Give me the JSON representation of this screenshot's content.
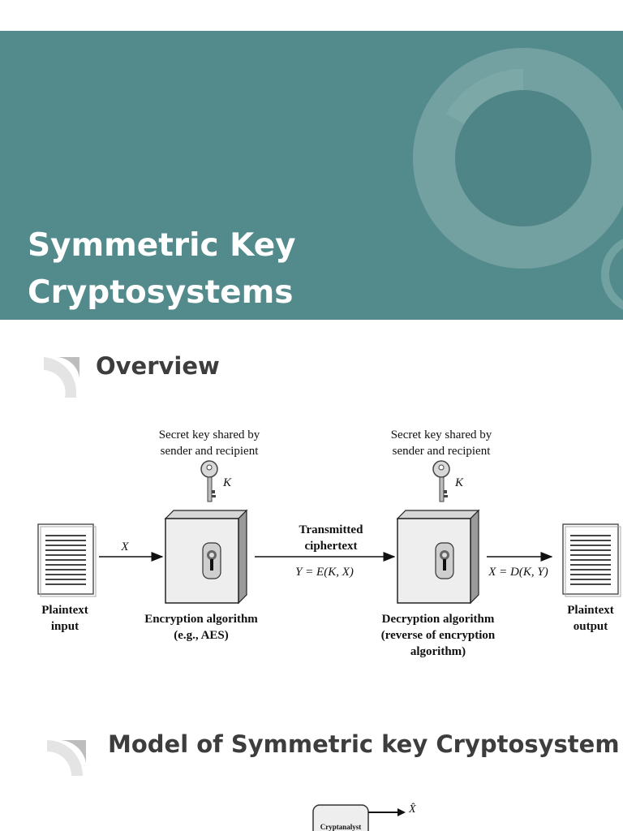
{
  "slide": {
    "title_line1": "Symmetric Key",
    "title_line2": "Cryptosystems"
  },
  "overview": {
    "heading": "Overview",
    "diagram": {
      "key_label_left": "Secret key shared by",
      "key_label_left_2": "sender and recipient",
      "key_label_right": "Secret key shared by",
      "key_label_right_2": "sender and recipient",
      "key_symbol_left": "K",
      "key_symbol_right": "K",
      "input_symbol": "X",
      "plaintext_input_1": "Plaintext",
      "plaintext_input_2": "input",
      "encryption_1": "Encryption algorithm",
      "encryption_2": "(e.g., AES)",
      "transmitted_1": "Transmitted",
      "transmitted_2": "ciphertext",
      "cipher_formula": "Y = E(K, X)",
      "decryption_1": "Decryption algorithm",
      "decryption_2": "(reverse of encryption",
      "decryption_3": "algorithm)",
      "output_formula": "X = D(K, Y)",
      "plaintext_output_1": "Plaintext",
      "plaintext_output_2": "output"
    }
  },
  "model": {
    "heading": "Model of Symmetric key Cryptosystem",
    "cryptanalyst_label": "Cryptanalyst",
    "xhat_symbol": "X̂"
  },
  "colors": {
    "banner": "#538a8c",
    "heading_text": "#3d3d3d"
  }
}
